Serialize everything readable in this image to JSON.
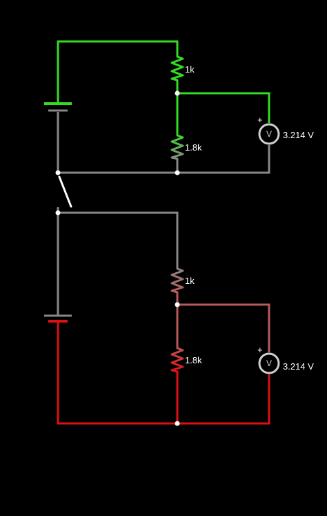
{
  "colors": {
    "background": "#000000",
    "high": "#33dd22",
    "zero": "#888888",
    "mid_red": "#b85a5a",
    "low": "#dd1111",
    "node": "#ffffff",
    "meter_ring": "#cfcfcf"
  },
  "circuits": [
    {
      "id": "top",
      "r1_label": "1k",
      "r2_label": "1.8k",
      "meter_symbol": "V",
      "meter_plus": "+",
      "meter_reading": "3.214 V"
    },
    {
      "id": "bottom",
      "r1_label": "1k",
      "r2_label": "1.8k",
      "meter_symbol": "V",
      "meter_plus": "+",
      "meter_reading": "3.214 V"
    }
  ]
}
